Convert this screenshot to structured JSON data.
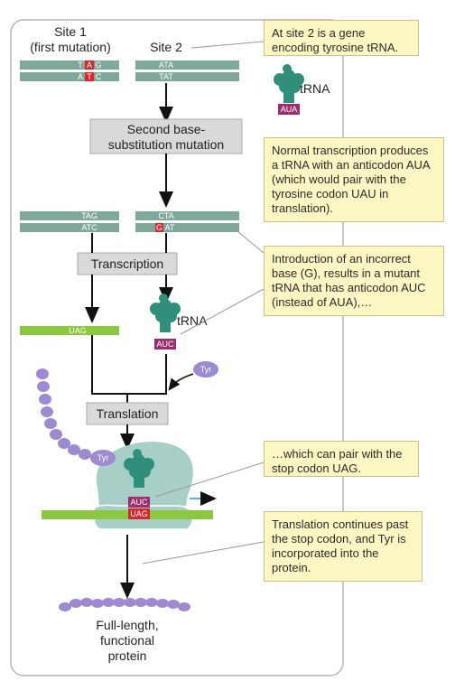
{
  "site1": {
    "line1": "Site 1",
    "line2": "(first mutation)"
  },
  "site2": "Site 2",
  "dna": {
    "site1_top": [
      "T",
      "A",
      "G"
    ],
    "site1_bottom": [
      "A",
      "T",
      "C"
    ],
    "site2_top": "ATA",
    "site2_bottom": "TAT",
    "site1b_top": "TAG",
    "site1b_bottom": "ATC",
    "site2b_top": "CTA",
    "site2b_bottom_mut": "G",
    "site2b_bottom_rest": "AT"
  },
  "trna_label": "tRNA",
  "anticodon_normal": "AUA",
  "anticodon_mutant": "AUC",
  "mrna_codon": "UAG",
  "box_second_base": {
    "line1": "Second base-",
    "line2": "substitution mutation"
  },
  "box_transcription": "Transcription",
  "box_translation": "Translation",
  "tyr": "Tyr",
  "ribosome": {
    "anticodon": "AUC",
    "codon": "UAG"
  },
  "protein": {
    "line1": "Full-length,",
    "line2": "functional",
    "line3": "protein"
  },
  "notes": {
    "n1": "At site 2 is a gene encoding tyrosine tRNA.",
    "n2": "Normal transcription produces a tRNA with an anticodon AUA (which would pair with the tyrosine codon UAU in translation).",
    "n3": "Introduction of an incorrect base (G), results in a mutant tRNA that has anticodon AUC (instead of AUA),…",
    "n4": "…which can pair with the stop codon UAG.",
    "n5": "Translation continues past the stop codon, and Tyr is incorporated into the protein."
  },
  "colors": {
    "dna": "#7fa89a",
    "mutation_red": "#d7262c",
    "trna": "#2f8f7a",
    "anticodon": "#9b2f6e",
    "mrna": "#8dc63f",
    "protein": "#9d8ad0",
    "ribosome": "#a7cfc7",
    "box_grey": "#d9d9d9",
    "note_bg": "#fdf7c3"
  }
}
